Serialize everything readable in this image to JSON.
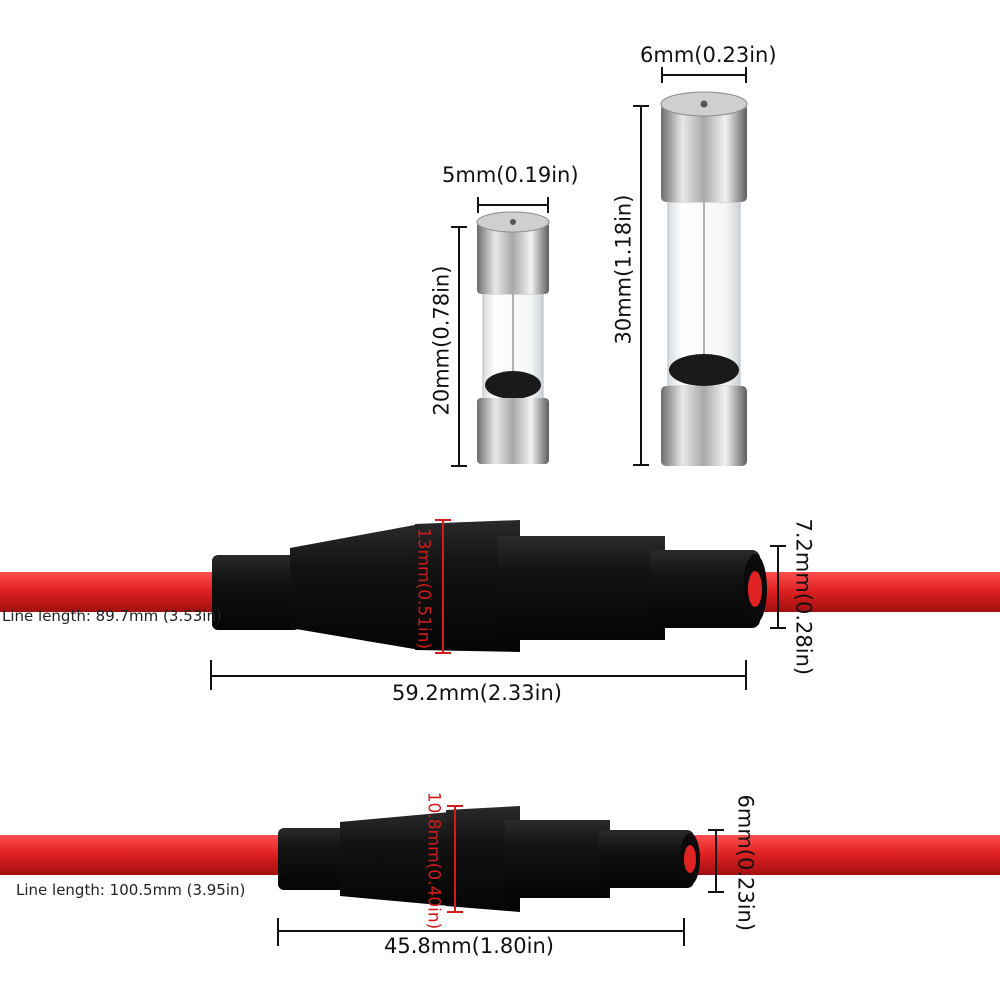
{
  "fuse_small": {
    "width": "5mm(0.19in)",
    "length": "20mm(0.78in)"
  },
  "fuse_large": {
    "width": "6mm(0.23in)",
    "length": "30mm(1.18in)"
  },
  "holder_large": {
    "line_length": "Line length: 89.7mm (3.53in)",
    "total_length": "59.2mm(2.33in)",
    "body_diameter": "13mm(0.51in)",
    "end_diameter": "7.2mm(0.28in)"
  },
  "holder_small": {
    "line_length": "Line length: 100.5mm (3.95in)",
    "total_length": "45.8mm(1.80in)",
    "body_diameter": "10.8mm(0.40in)",
    "end_diameter": "6mm(0.23in)"
  },
  "colors": {
    "wire": "#e02222",
    "holder": "#121212",
    "dimension_red": "#d41a1a"
  }
}
